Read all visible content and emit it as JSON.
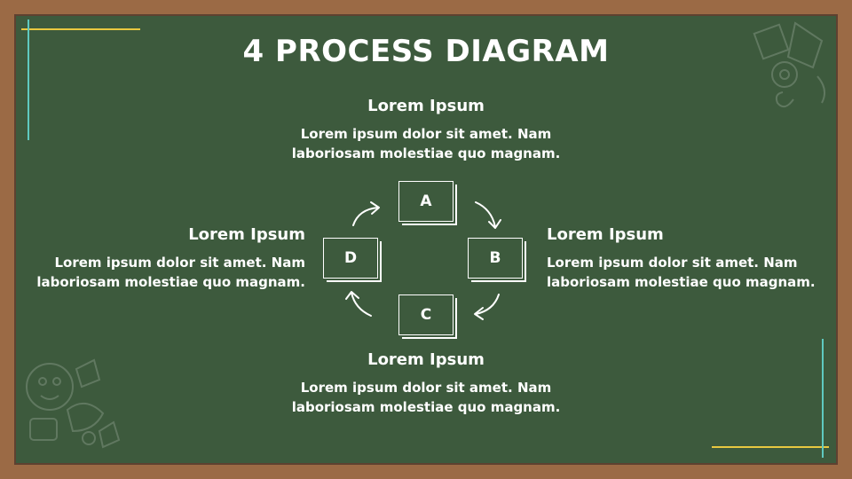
{
  "title": "4 PROCESS DIAGRAM",
  "nodes": {
    "a": "A",
    "b": "B",
    "c": "C",
    "d": "D"
  },
  "blocks": {
    "top": {
      "heading": "Lorem Ipsum",
      "line1": "Lorem ipsum dolor sit amet. Nam",
      "line2": "laboriosam molestiae quo magnam."
    },
    "left": {
      "heading": "Lorem Ipsum",
      "line1": "Lorem ipsum dolor sit amet. Nam",
      "line2": "laboriosam molestiae quo magnam."
    },
    "right": {
      "heading": "Lorem Ipsum",
      "line1": "Lorem ipsum dolor sit amet. Nam",
      "line2": "laboriosam molestiae quo magnam."
    },
    "bottom": {
      "heading": "Lorem Ipsum",
      "line1": "Lorem ipsum dolor sit amet. Nam",
      "line2": "laboriosam molestiae quo magnam."
    }
  },
  "colors": {
    "board": "#3d5a3d",
    "frame": "#9b6a45",
    "accent_yellow": "#e8c840",
    "accent_teal": "#5fc9c0",
    "text": "#ffffff"
  }
}
